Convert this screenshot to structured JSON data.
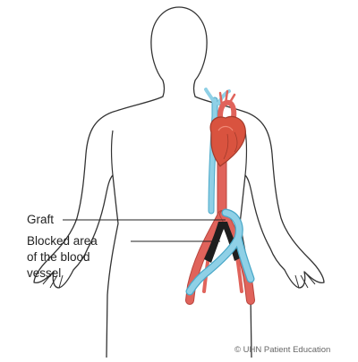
{
  "labels": {
    "graft": "Graft",
    "blocked_line1": "Blocked area",
    "blocked_line2": "of the blood",
    "blocked_line3": "vessel"
  },
  "credit": "© UHN Patient Education",
  "colors": {
    "outline": "#333333",
    "artery": "#e0635b",
    "artery_dark": "#b8453e",
    "vein": "#8fd0e6",
    "vein_dark": "#4aa8c8",
    "heart": "#d9533f",
    "blockage": "#1e1e1e",
    "leader": "#222222"
  }
}
